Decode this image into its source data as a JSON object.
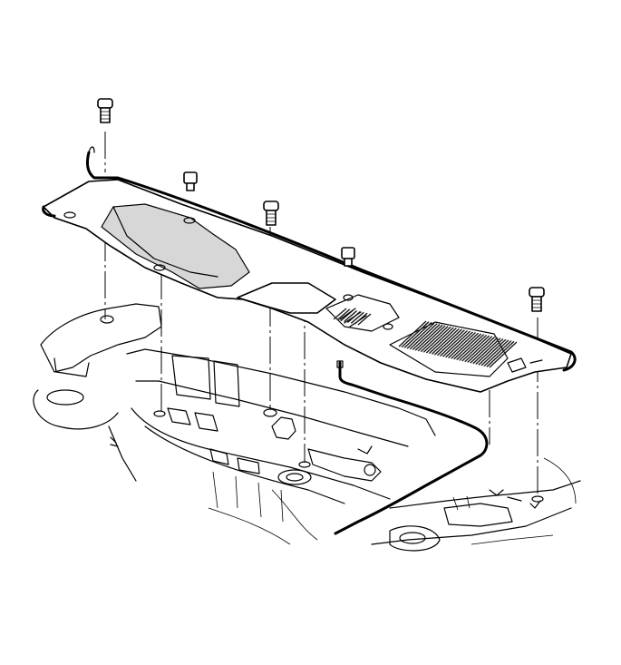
{
  "diagram": {
    "subject": "air-inlet-grille-panel",
    "palette": {
      "line": "#000000",
      "background": "#ffffff",
      "shade": "#d7d7d7",
      "grille": "#1a1a1a"
    },
    "fasteners": [
      {
        "kind": "push-pin"
      },
      {
        "kind": "nut"
      },
      {
        "kind": "push-pin"
      },
      {
        "kind": "nut"
      },
      {
        "kind": "push-pin"
      }
    ]
  }
}
